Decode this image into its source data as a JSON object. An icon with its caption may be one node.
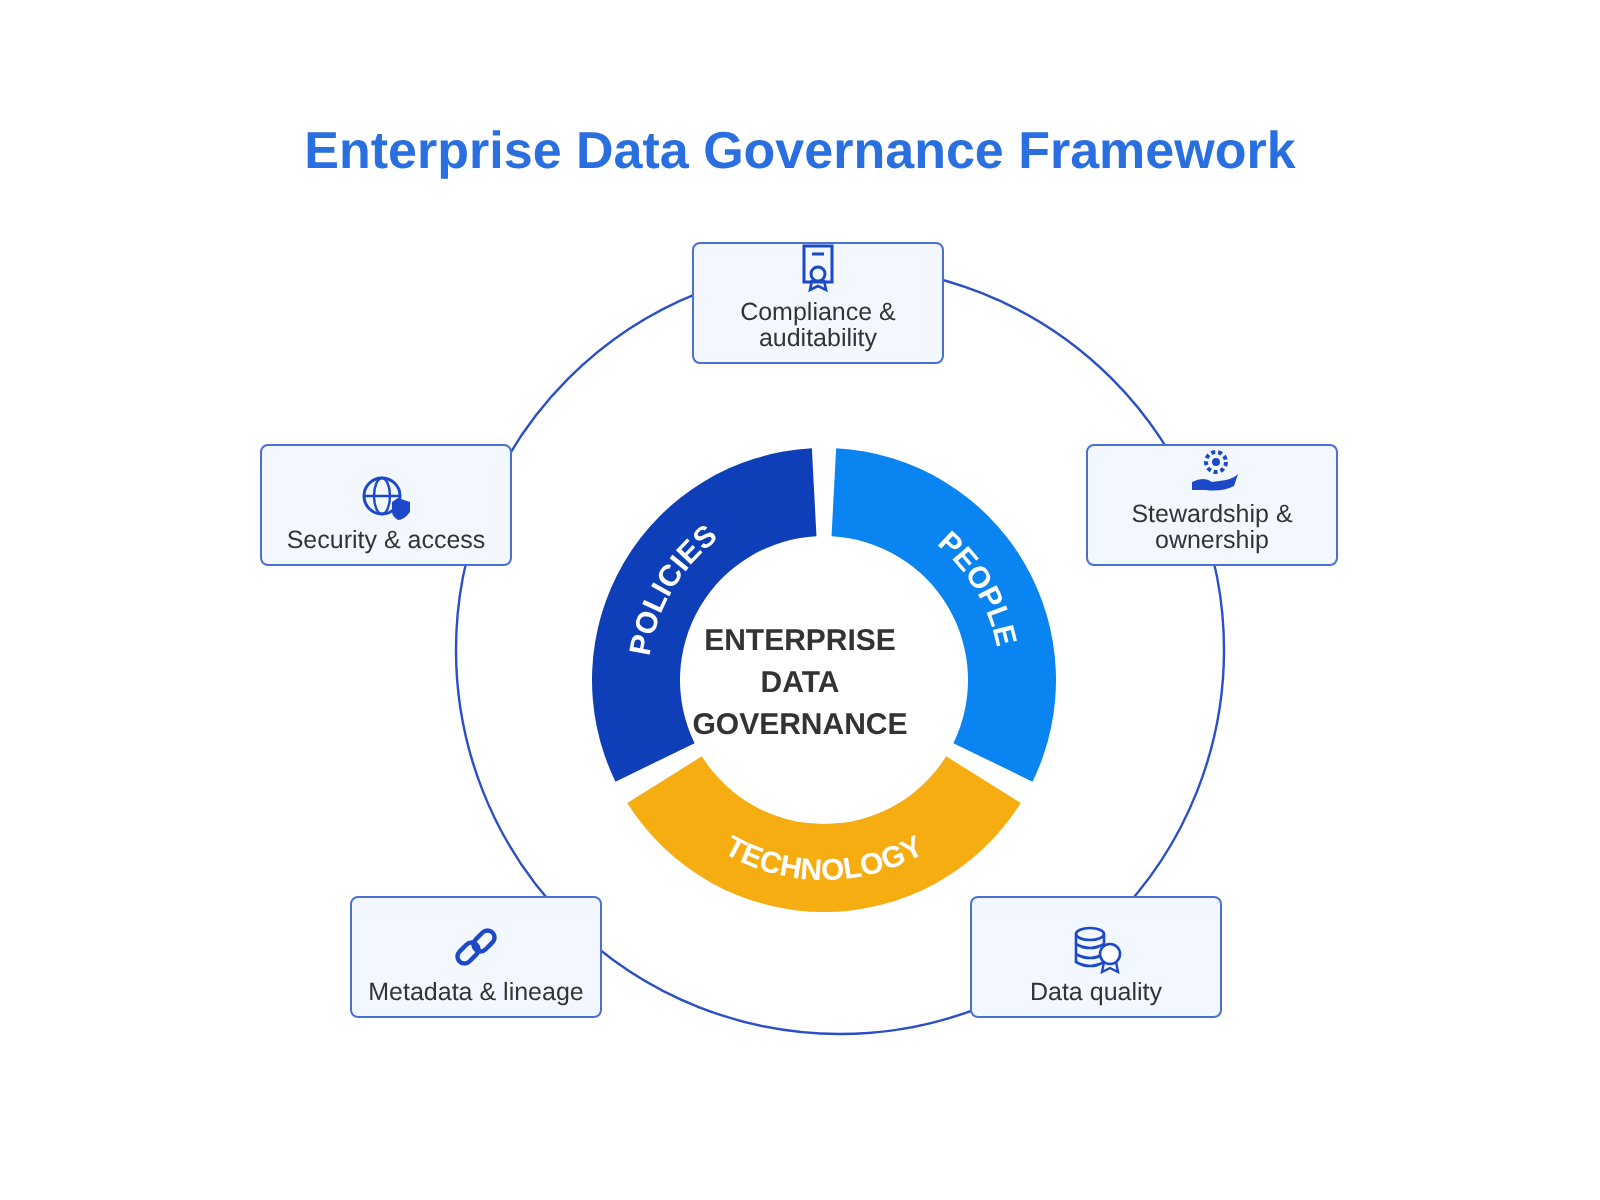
{
  "diagram": {
    "title": "Enterprise Data Governance Framework",
    "nodes": [
      {
        "text": [
          "ENTERPRISE DATA GOVERNANCE"
        ]
      },
      {
        "text": [
          "POLICIES"
        ]
      },
      {
        "text": [
          "PEOPLE"
        ]
      },
      {
        "text": [
          "TECHNOLOGY"
        ]
      },
      {
        "text": [
          "Compliance & auditability"
        ]
      },
      {
        "text": [
          "Security & access"
        ]
      },
      {
        "text": [
          "Stewardship & ownership"
        ]
      },
      {
        "text": [
          "Metadata & lineage"
        ]
      },
      {
        "text": [
          "Data quality"
        ]
      }
    ]
  }
}
